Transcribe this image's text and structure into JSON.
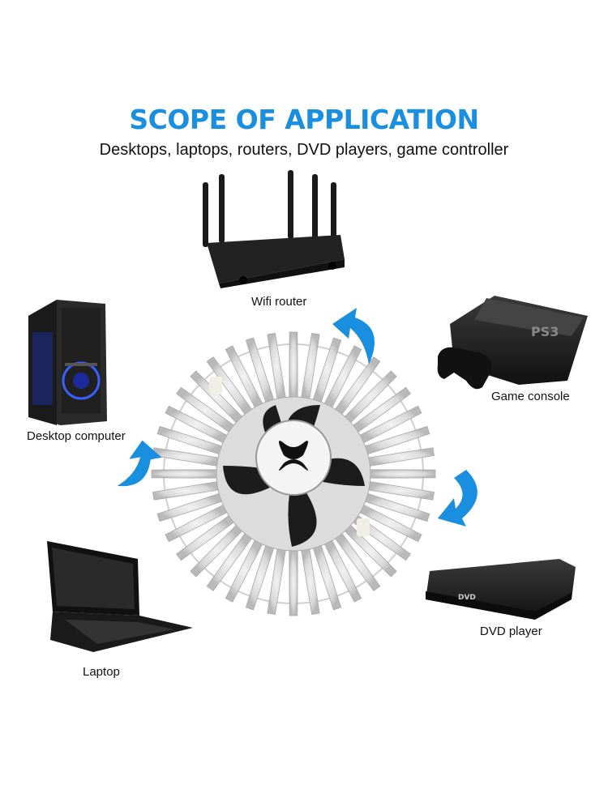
{
  "header": {
    "title": "SCOPE OF APPLICATION",
    "subtitle": "Desktops, laptops, routers, DVD players, game controller"
  },
  "devices": [
    {
      "label": "Wifi router",
      "icon": "router-icon"
    },
    {
      "label": "Game console",
      "icon": "game-console-icon",
      "badge": "PS3"
    },
    {
      "label": "Desktop computer",
      "icon": "desktop-tower-icon"
    },
    {
      "label": "DVD player",
      "icon": "dvd-drive-icon",
      "badge": "DVD"
    },
    {
      "label": "Laptop",
      "icon": "laptop-icon"
    }
  ],
  "colors": {
    "accent": "#1a8fe0",
    "heatsink": "#d6d6d6",
    "fan": "#1c1c1c",
    "device": "#1e1e1e"
  }
}
